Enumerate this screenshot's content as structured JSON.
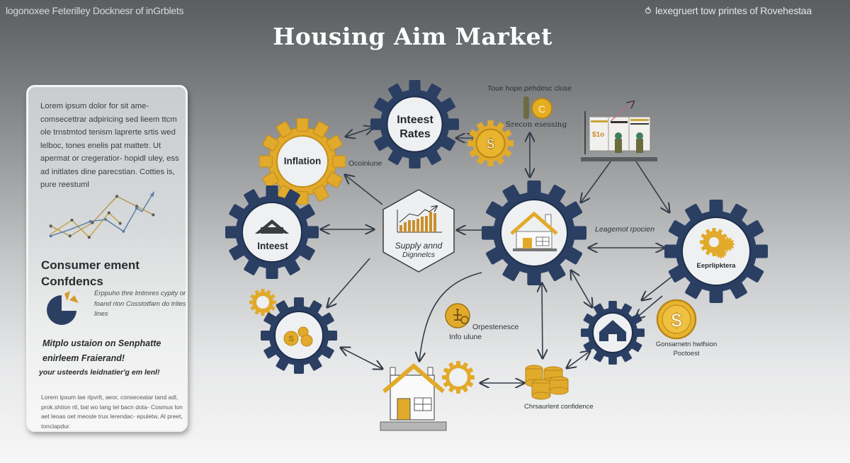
{
  "header": {
    "top_left_caption": "logonoxee Feterilley Docknesr of inGrblets",
    "top_right_caption": "lexegruert tow printes of Rovehestaa",
    "top_right_icon": "refresh-icon",
    "title": "Housing Aim Market"
  },
  "sidebar_card": {
    "intro_text": "Lorem ipsum dolor for sit ame- comsecettrar adpiricing sed lieem ttcm ole trnstmtod tenism laprerte srtis wed lelboc, tones enelis pat mattetr. Ut apermat or cregeratior- hopidl uley, ess ad initlates dine parecstian. Cotties is, pure reestuml",
    "line_chart": {
      "series": [
        {
          "name": "blue",
          "color": "#5d7fa8",
          "points": [
            [
              0,
              60
            ],
            [
              30,
              50
            ],
            [
              60,
              38
            ],
            [
              83,
              35
            ],
            [
              110,
              53
            ],
            [
              130,
              18
            ],
            [
              138,
              23
            ],
            [
              155,
              -5
            ]
          ]
        },
        {
          "name": "gold",
          "color": "#c9a53d",
          "points": [
            [
              0,
              57
            ],
            [
              32,
              36
            ],
            [
              58,
              62
            ],
            [
              88,
              25
            ],
            [
              105,
              41
            ]
          ]
        },
        {
          "name": "tan",
          "color": "#b79b55",
          "points": [
            [
              0,
              45
            ],
            [
              29,
              60
            ],
            [
              63,
              40
            ],
            [
              100,
              0
            ],
            [
              130,
              15
            ],
            [
              155,
              28
            ]
          ]
        }
      ]
    },
    "heading_line1": "Consumer ement",
    "heading_line2": "Confdencs",
    "pie_icon": "pie-chart-icon",
    "pie_text": "Erppuho thre lmtmres cypity or foand rlon Cosstotfam do trites lines",
    "cta_line1": "Mitplo ustaion on Senphatte",
    "cta_line2": "enirleem Fraierand!",
    "cta_line3": "your usteerds leidnatier'g em lenl!",
    "footer_text": "Lorem ipsum lae rlpvrlt, aeor, conseceatar tand adl, prok.shtion rtl, bal wo lang tel bacn dota- Cosmus lon aet leoas oet meosle trus lerendac- epuletw, Al preet, tonclapdur."
  },
  "diagram": {
    "colors": {
      "navy": "#2b3f63",
      "gold": "#e2aa2a",
      "gold_dark": "#b8861a",
      "white_disc": "#eef0f2",
      "arrow": "#333c48"
    },
    "nodes": {
      "inflation": {
        "label": "Inflation",
        "side_label": "Ocoiniune"
      },
      "interest_rates": {
        "label_line1": "Inteest",
        "label_line2": "Rates"
      },
      "dollar_gear": {
        "icon": "dollar-coin-icon"
      },
      "top_person": {
        "title": "Toue hope.pehdesc cluse",
        "caption": "Srecon esessing",
        "coin_letter": "C"
      },
      "dashboard": {
        "price_label": "$1o"
      },
      "interest_left": {
        "label": "Inteest"
      },
      "supply": {
        "label_line1": "Supply annd",
        "label_line2": "Dignnelcs"
      },
      "house_gear": {
        "icon": "house-icon"
      },
      "middle_label": "Leagemot rpocien",
      "employment": {
        "label": "Eeprlipktera"
      },
      "coins_gear": {
        "icon": "coins-icon"
      },
      "influence": {
        "label_line1": "Orpestenesce",
        "label_line2": "Info ulune"
      },
      "consumer_confidence": {
        "label": "Chrsaurlent confidence"
      },
      "small_house_gear": {
        "icon": "house-icon"
      },
      "big_coin": {
        "label_line1": "Gonsarnetn hwlfsion",
        "label_line2": "Poctoest",
        "symbol": "$"
      }
    }
  }
}
